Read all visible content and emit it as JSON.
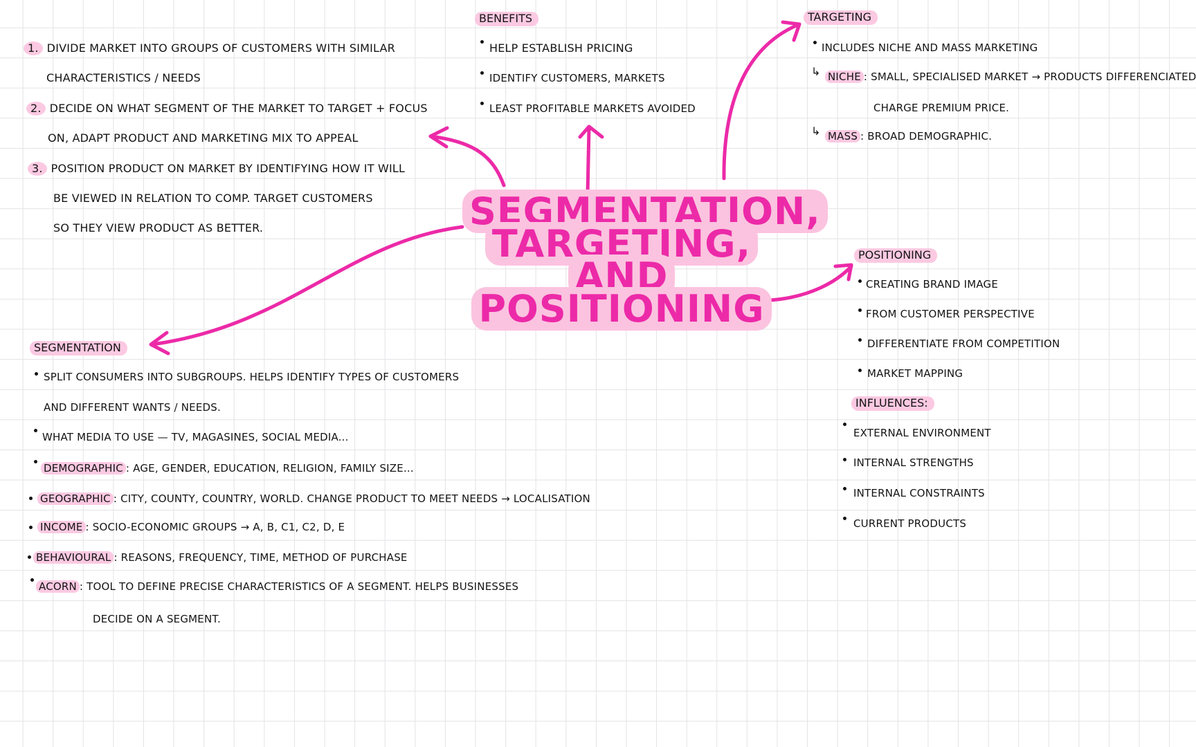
{
  "title": {
    "line1": "SEGMENTATION,",
    "line2": "TARGETING, AND",
    "line3": "POSITIONING"
  },
  "colors": {
    "accent": "#ec2aa8",
    "highlight": "#fbc9e2",
    "ink": "#141414",
    "grid": "#e3e3e6"
  },
  "steps": [
    {
      "number": "1.",
      "line1": "DIVIDE MARKET INTO GROUPS OF CUSTOMERS WITH SIMILAR",
      "line2": "CHARACTERISTICS / NEEDS"
    },
    {
      "number": "2.",
      "line1": "DECIDE ON WHAT SEGMENT OF THE MARKET TO TARGET + FOCUS",
      "line2": "ON, ADAPT PRODUCT AND MARKETING MIX TO APPEAL"
    },
    {
      "number": "3.",
      "line1": "POSITION PRODUCT ON MARKET BY IDENTIFYING HOW IT WILL",
      "line2": "BE VIEWED IN RELATION TO COMP. TARGET CUSTOMERS",
      "line3": "SO THEY VIEW PRODUCT AS BETTER."
    }
  ],
  "benefits": {
    "heading": "BENEFITS",
    "items": [
      "HELP ESTABLISH PRICING",
      "IDENTIFY CUSTOMERS, MARKETS",
      "LEAST PROFITABLE MARKETS AVOIDED"
    ]
  },
  "targeting": {
    "heading": "TARGETING",
    "item1": "INCLUDES NICHE AND MASS MARKETING",
    "niche_label": "NICHE",
    "niche_text": ": SMALL, SPECIALISED MARKET → PRODUCTS DIFFERENCIATED",
    "niche_text2": "CHARGE PREMIUM PRICE.",
    "mass_label": "MASS",
    "mass_text": ": BROAD DEMOGRAPHIC."
  },
  "positioning": {
    "heading": "POSITIONING",
    "items": [
      "CREATING BRAND IMAGE",
      "FROM CUSTOMER PERSPECTIVE",
      "DIFFERENTIATE FROM COMPETITION",
      "MARKET MAPPING"
    ],
    "influences_heading": "INFLUENCES:",
    "influences": [
      "EXTERNAL ENVIRONMENT",
      "INTERNAL STRENGTHS",
      "INTERNAL CONSTRAINTS",
      "CURRENT PRODUCTS"
    ]
  },
  "segmentation": {
    "heading": "SEGMENTATION",
    "split_line1": "SPLIT CONSUMERS INTO SUBGROUPS. HELPS IDENTIFY TYPES OF CUSTOMERS",
    "split_line2": "AND DIFFERENT WANTS / NEEDS.",
    "media": "WHAT MEDIA TO USE — TV, MAGASINES, SOCIAL MEDIA...",
    "demographic_label": "DEMOGRAPHIC",
    "demographic_text": ": AGE, GENDER, EDUCATION, RELIGION, FAMILY SIZE...",
    "geographic_label": "GEOGRAPHIC",
    "geographic_text": ": CITY, COUNTY, COUNTRY, WORLD. CHANGE PRODUCT TO MEET NEEDS → LOCALISATION",
    "income_label": "INCOME",
    "income_text": ": SOCIO-ECONOMIC GROUPS → A, B, C1, C2, D, E",
    "behavioural_label": "BEHAVIOURAL",
    "behavioural_text": ": REASONS, FREQUENCY, TIME, METHOD OF PURCHASE",
    "acorn_label": "ACORN",
    "acorn_text": ": TOOL TO DEFINE PRECISE CHARACTERISTICS OF A SEGMENT. HELPS BUSINESSES",
    "acorn_text2": "DECIDE ON A SEGMENT."
  }
}
